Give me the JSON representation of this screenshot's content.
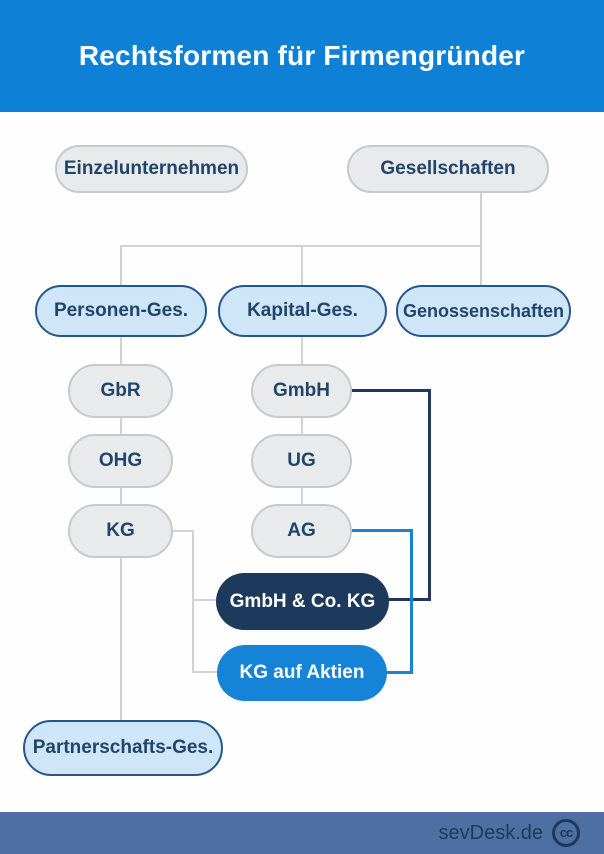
{
  "header": {
    "title": "Rechtsformen für Firmengründer"
  },
  "footer": {
    "brand": "sevDesk.de",
    "license_icon": "cc"
  },
  "colors": {
    "header_bg": "#0e81d7",
    "footer_bg": "#4e6fa3",
    "navy": "#1d3a5c",
    "blue": "#1583d8",
    "lightblue_fill": "#cfe5f8",
    "lightblue_border": "#27578a",
    "gray_fill": "#e9eaec",
    "gray_border": "#c7c9cc",
    "text_navy": "#20456b",
    "connector_gray": "#d2d3d6",
    "white": "#ffffff"
  },
  "diagram": {
    "nodes": [
      {
        "id": "einzelunternehmen",
        "label": "Einzelunternehmen",
        "style": "gray"
      },
      {
        "id": "gesellschaften",
        "label": "Gesellschaften",
        "style": "gray"
      },
      {
        "id": "personen_ges",
        "label": "Personen-Ges.",
        "style": "lightblue"
      },
      {
        "id": "kapital_ges",
        "label": "Kapital-Ges.",
        "style": "lightblue"
      },
      {
        "id": "genossenschaften",
        "label": "Genossenschaften",
        "style": "lightblue"
      },
      {
        "id": "gbr",
        "label": "GbR",
        "style": "gray"
      },
      {
        "id": "ohg",
        "label": "OHG",
        "style": "gray"
      },
      {
        "id": "kg",
        "label": "KG",
        "style": "gray"
      },
      {
        "id": "gmbh",
        "label": "GmbH",
        "style": "gray"
      },
      {
        "id": "ug",
        "label": "UG",
        "style": "gray"
      },
      {
        "id": "ag",
        "label": "AG",
        "style": "gray"
      },
      {
        "id": "gmbh_co_kg",
        "label": "GmbH & Co. KG",
        "style": "navy"
      },
      {
        "id": "kg_auf_aktien",
        "label": "KG auf Aktien",
        "style": "blue"
      },
      {
        "id": "partnerschafts_ges",
        "label": "Partnerschafts-Ges.",
        "style": "lightblue"
      }
    ],
    "edges": [
      {
        "from": "gesellschaften",
        "to": "personen_ges",
        "color": "gray"
      },
      {
        "from": "gesellschaften",
        "to": "kapital_ges",
        "color": "gray"
      },
      {
        "from": "gesellschaften",
        "to": "genossenschaften",
        "color": "gray"
      },
      {
        "from": "personen_ges",
        "to": "gbr",
        "color": "gray"
      },
      {
        "from": "gbr",
        "to": "ohg",
        "color": "gray"
      },
      {
        "from": "ohg",
        "to": "kg",
        "color": "gray"
      },
      {
        "from": "kapital_ges",
        "to": "gmbh",
        "color": "gray"
      },
      {
        "from": "gmbh",
        "to": "ug",
        "color": "gray"
      },
      {
        "from": "ug",
        "to": "ag",
        "color": "gray"
      },
      {
        "from": "kg",
        "to": "gmbh_co_kg",
        "color": "gray"
      },
      {
        "from": "kg",
        "to": "kg_auf_aktien",
        "color": "gray"
      },
      {
        "from": "kg",
        "to": "partnerschafts_ges",
        "color": "gray"
      },
      {
        "from": "gmbh",
        "to": "gmbh_co_kg",
        "color": "navy"
      },
      {
        "from": "ag",
        "to": "kg_auf_aktien",
        "color": "blue"
      }
    ]
  }
}
